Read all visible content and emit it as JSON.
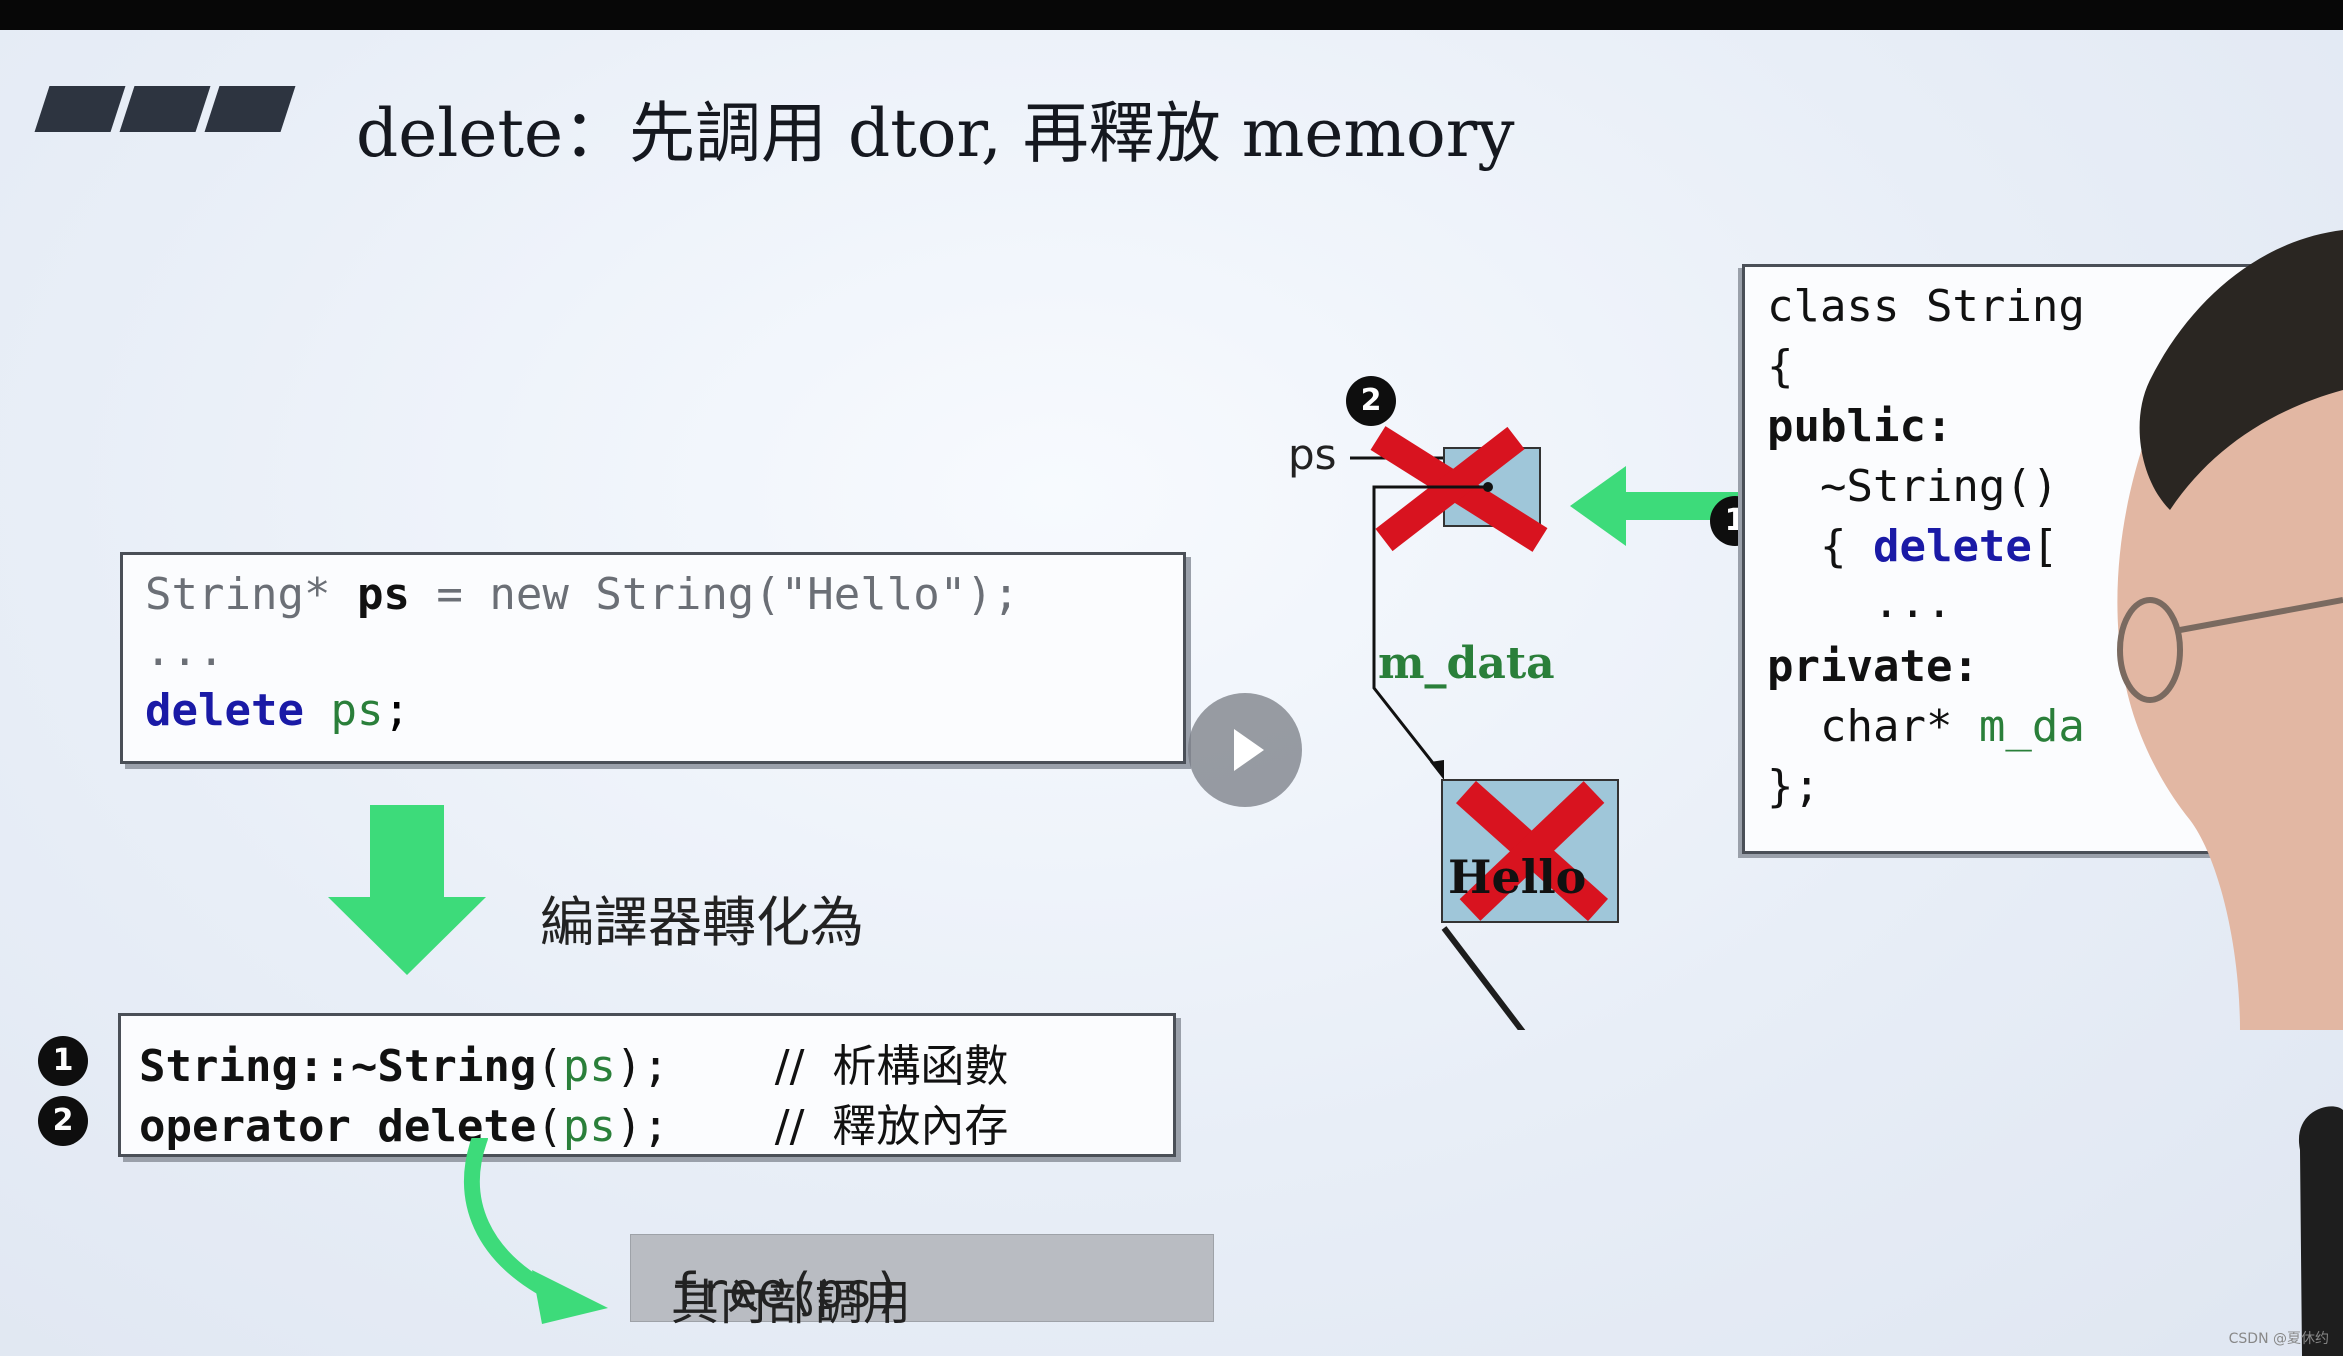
{
  "title": "delete：先調用 dtor, 再釋放 memory",
  "code_top": {
    "line1": {
      "type": "String*",
      "var": "ps",
      "rest": " = new String(\"Hello\");"
    },
    "line2": "...",
    "line3": {
      "kw": "delete",
      "var": "ps",
      "end": ";"
    }
  },
  "compiler_label": "編譯器轉化為",
  "code_bottom": {
    "marker1": "1",
    "marker2": "2",
    "line1": {
      "call": "String::~String",
      "arg": "ps",
      "end": ");",
      "comment": "//  析構函數"
    },
    "line2": {
      "call": "operator delete",
      "arg": "ps",
      "end": ");",
      "comment": "//  釋放內存"
    }
  },
  "free_note": {
    "text": "其內部調用 ",
    "code": "free(ps)"
  },
  "diagram": {
    "marker2": "2",
    "marker1": "1",
    "ps_label": "ps",
    "m_data_label": "m_data",
    "string_box_text": "Hello"
  },
  "class_code": {
    "l1": "class String",
    "l2": "{",
    "l3": "public:",
    "l4": "  ~String()",
    "l5a": "  { ",
    "l5kw": "delete",
    "l5b": "[",
    "l6": "    ...",
    "l7": "private:",
    "l8a": "  char* ",
    "l8b": "m_da",
    "l9": "};"
  },
  "watermark": "CSDN @夏休约",
  "colors": {
    "green_arrow": "#3ddb7a",
    "red_x": "#d8131f",
    "keyword_blue": "#1a1aa6",
    "keyword_red": "#a4122a"
  }
}
